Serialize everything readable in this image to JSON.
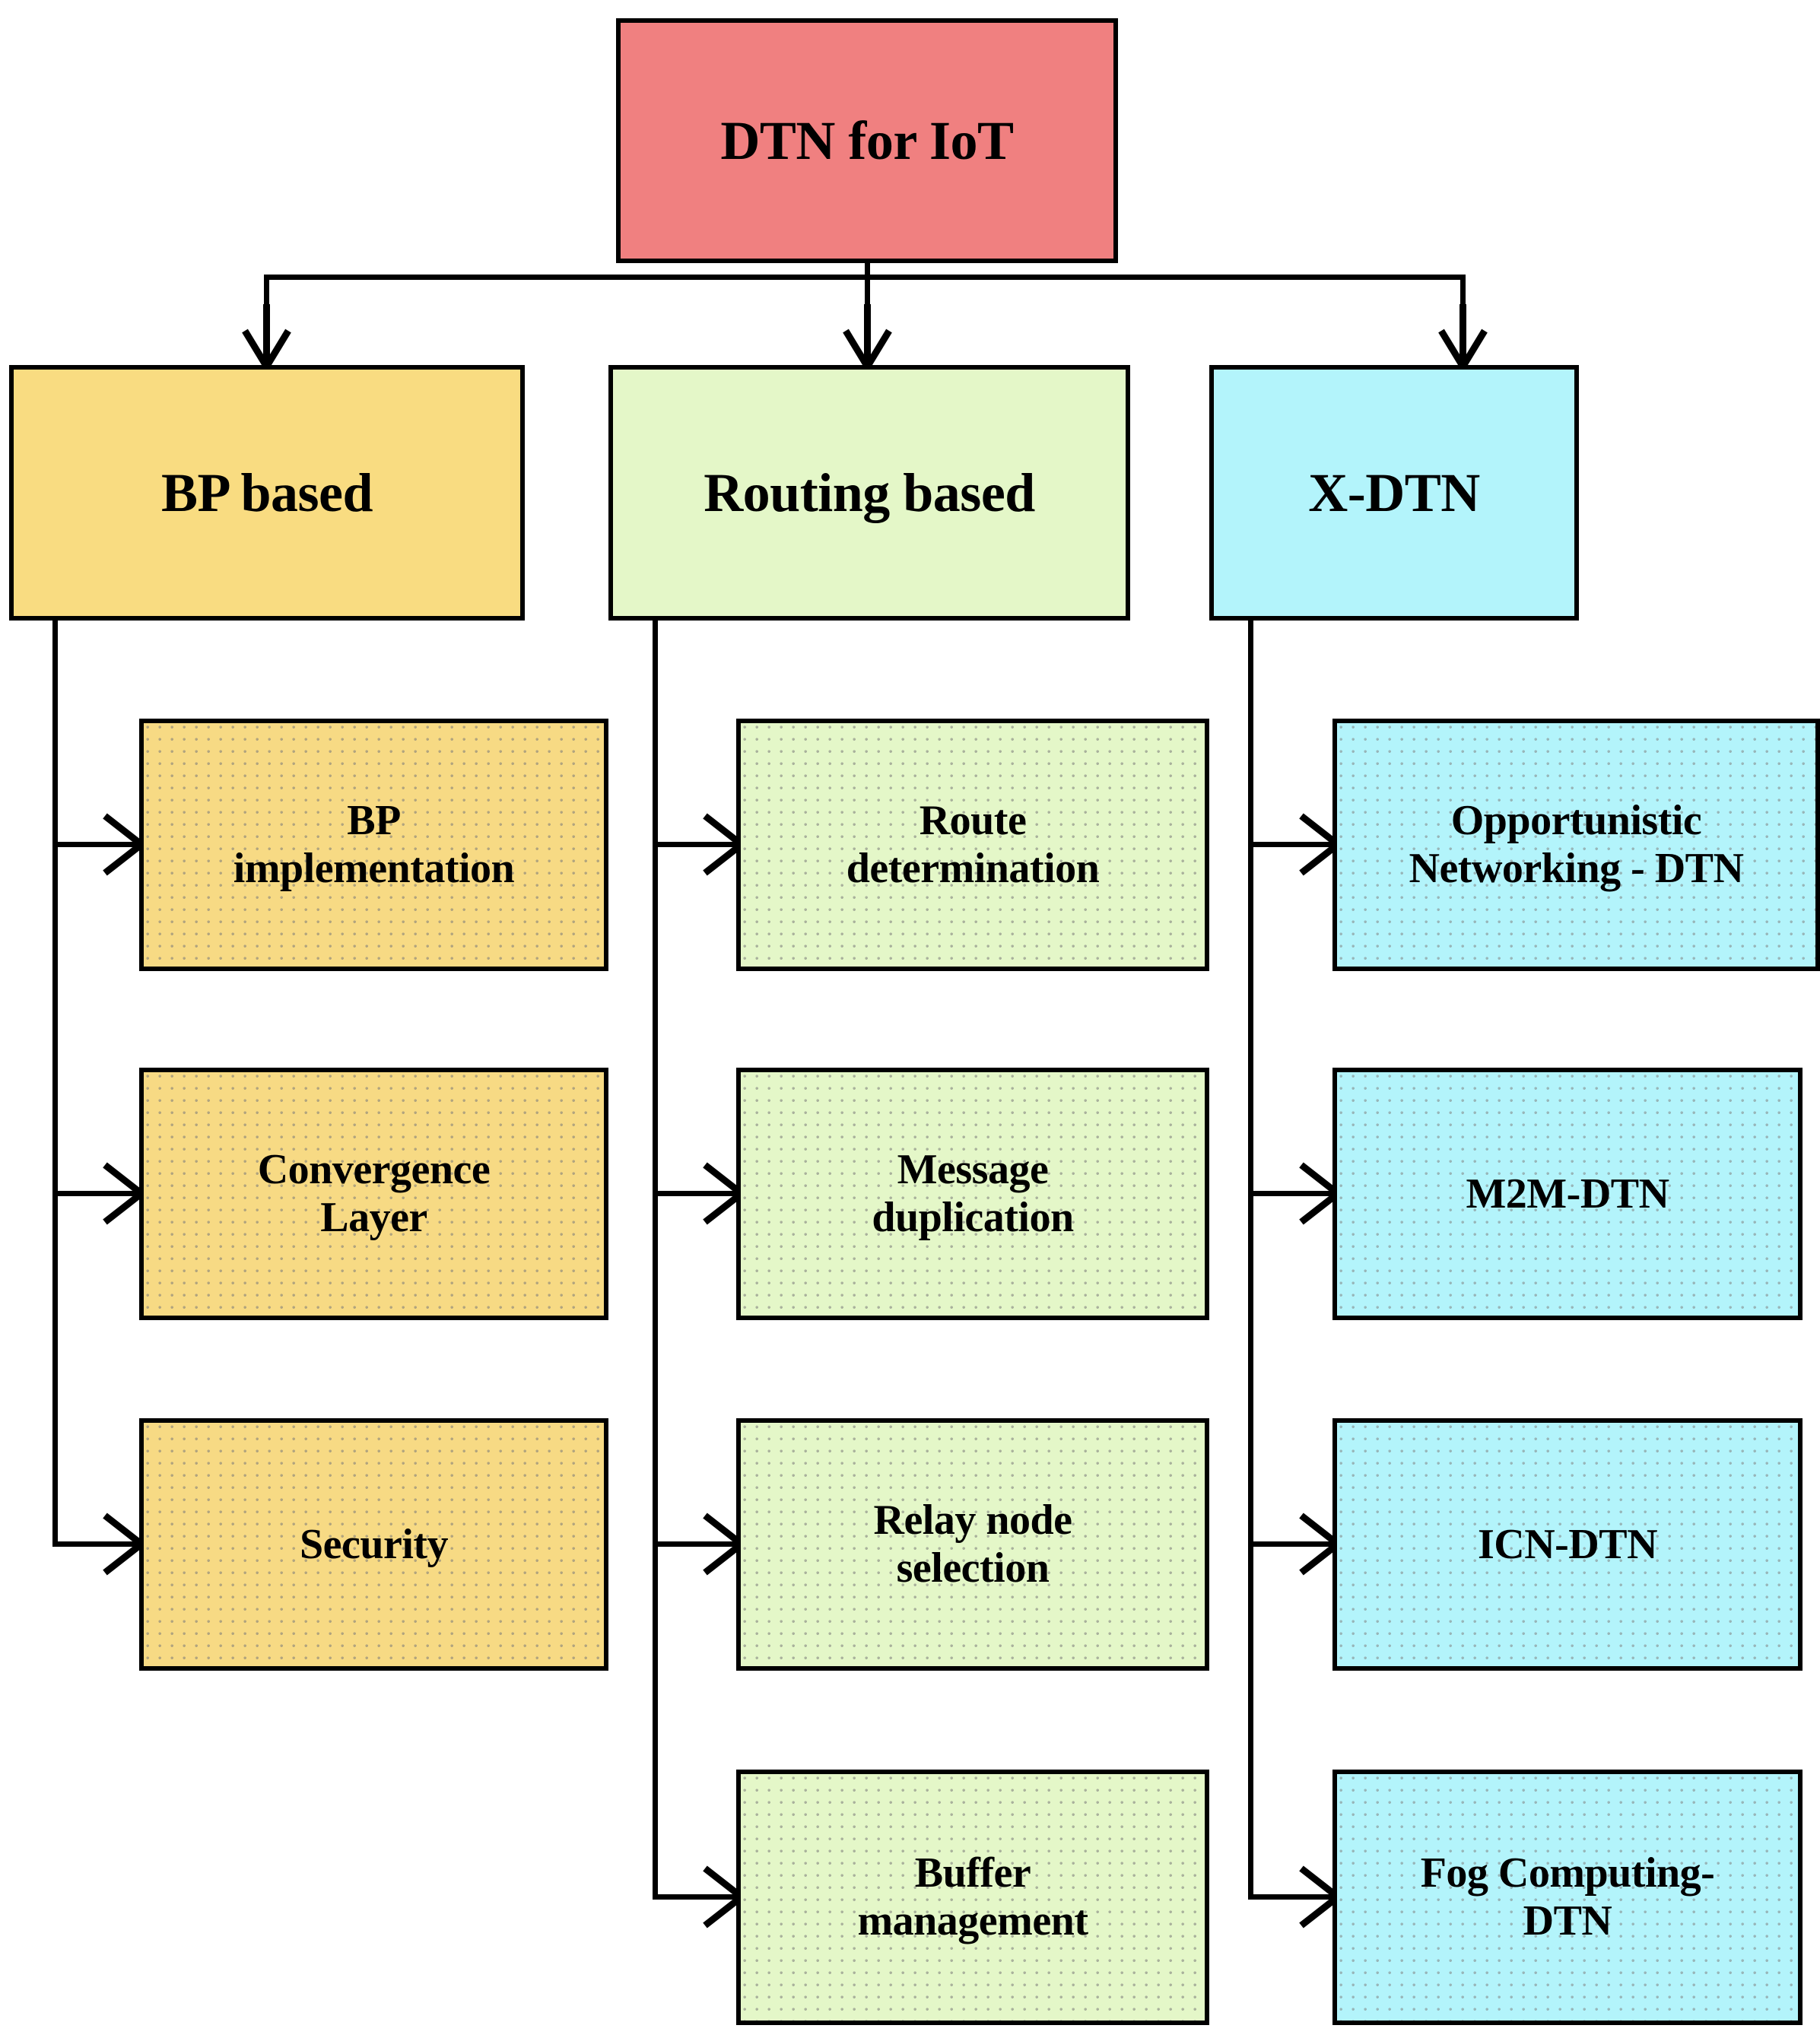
{
  "diagram": {
    "title": "DTN for IoT",
    "root": {
      "label": "DTN for IoT",
      "color": "#F08080"
    },
    "categories": [
      {
        "label": "BP based",
        "color": "#F9DC81",
        "children": [
          {
            "label": "BP\nimplementation"
          },
          {
            "label": "Convergence\nLayer"
          },
          {
            "label": "Security"
          }
        ]
      },
      {
        "label": "Routing based",
        "color": "#E4F7C8",
        "children": [
          {
            "label": "Route\ndetermination"
          },
          {
            "label": "Message\nduplication"
          },
          {
            "label": "Relay node\nselection"
          },
          {
            "label": "Buffer\nmanagement"
          }
        ]
      },
      {
        "label": "X-DTN",
        "color": "#B3F4FB",
        "children": [
          {
            "label": "Opportunistic\nNetworking - DTN"
          },
          {
            "label": "M2M-DTN"
          },
          {
            "label": "ICN-DTN"
          },
          {
            "label": "Fog Computing-\nDTN"
          }
        ]
      }
    ]
  }
}
